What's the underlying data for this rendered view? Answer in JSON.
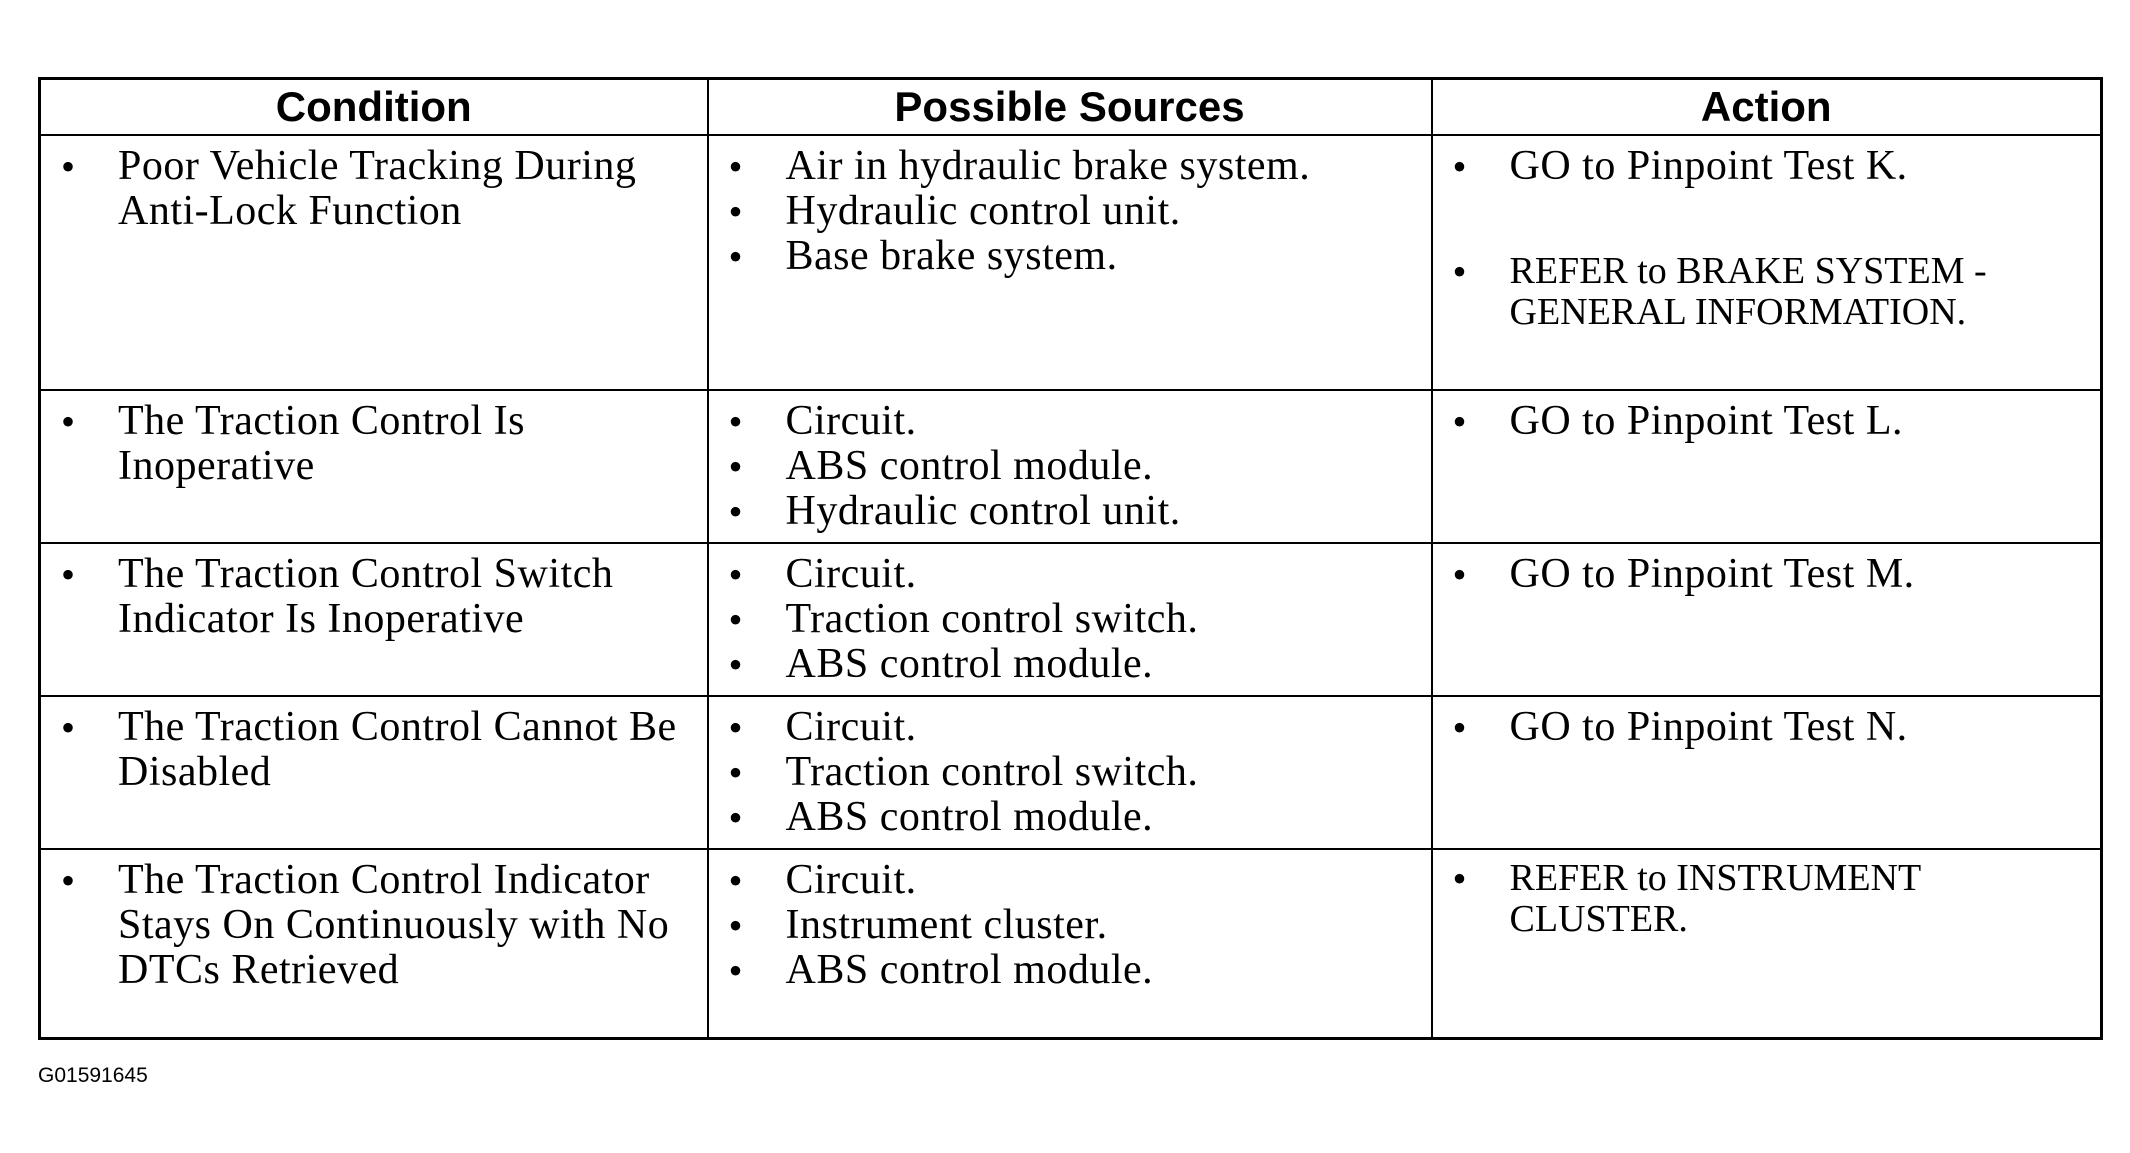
{
  "table": {
    "headers": [
      "Condition",
      "Possible Sources",
      "Action"
    ],
    "rows": [
      {
        "condition": [
          "Poor Vehicle Tracking During Anti-Lock Function"
        ],
        "sources": [
          "Air in hydraulic brake system.",
          "Hydraulic control unit.",
          "Base brake system."
        ],
        "actions": [
          "GO to Pinpoint Test K.",
          "REFER to BRAKE SYSTEM - GENERAL INFORMATION."
        ]
      },
      {
        "condition": [
          "The Traction Control Is Inoperative"
        ],
        "sources": [
          "Circuit.",
          "ABS control module.",
          "Hydraulic control unit."
        ],
        "actions": [
          "GO to Pinpoint Test L."
        ]
      },
      {
        "condition": [
          "The Traction Control Switch Indicator Is Inoperative"
        ],
        "sources": [
          "Circuit.",
          "Traction control switch.",
          "ABS control module."
        ],
        "actions": [
          "GO to Pinpoint Test M."
        ]
      },
      {
        "condition": [
          "The Traction Control Cannot Be Disabled"
        ],
        "sources": [
          "Circuit.",
          "Traction control switch.",
          "ABS control module."
        ],
        "actions": [
          "GO to Pinpoint Test N."
        ]
      },
      {
        "condition": [
          "The Traction Control Indicator Stays On Continuously with No DTCs Retrieved"
        ],
        "sources": [
          "Circuit.",
          "Instrument cluster.",
          "ABS control module."
        ],
        "actions": [
          "REFER to INSTRUMENT CLUSTER."
        ]
      }
    ]
  },
  "figure_id": "G01591645"
}
